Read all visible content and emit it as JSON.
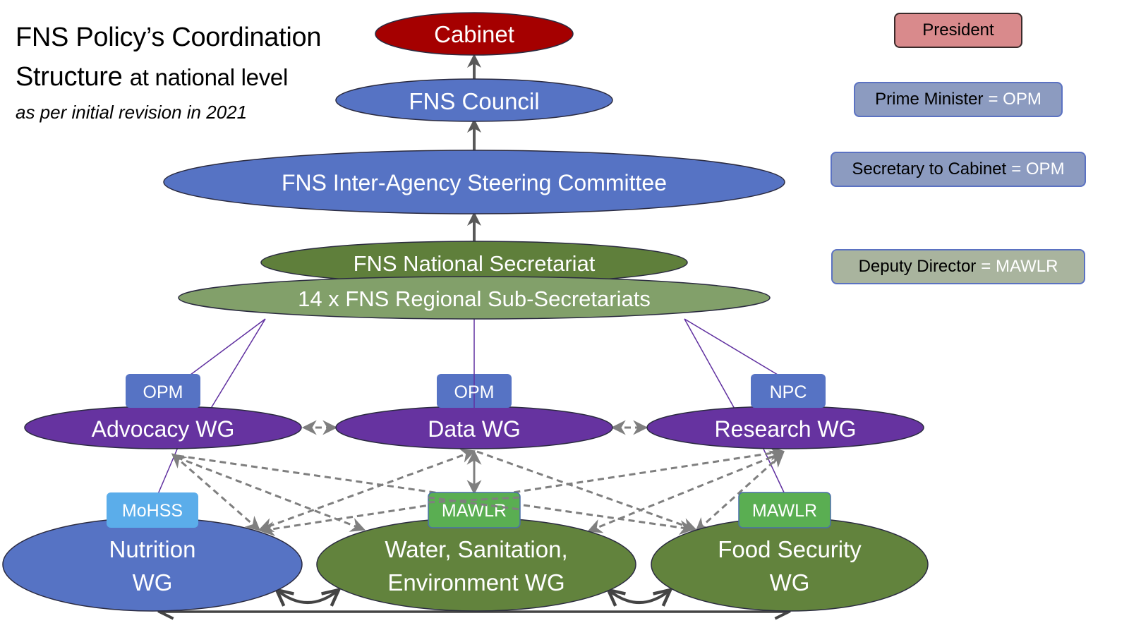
{
  "title": {
    "line1": "FNS Policy’s Coordination",
    "line2_bold": "Structure",
    "line2_rest": "at national level",
    "line3": "as per initial revision in 2021"
  },
  "legend": [
    {
      "label": "President",
      "value": "",
      "fill": "#d98a8c",
      "stroke": "#3a2a2a"
    },
    {
      "label": "Prime Minister",
      "value": "= OPM",
      "fill": "#8c9bc0",
      "stroke": "#5b72c2"
    },
    {
      "label": "Secretary to Cabinet",
      "value": "= OPM",
      "fill": "#8c9bc0",
      "stroke": "#5b72c2"
    },
    {
      "label": "Deputy Director",
      "value": "= MAWLR",
      "fill": "#a9b49e",
      "stroke": "#5b72c2"
    }
  ],
  "nodes": {
    "cabinet": {
      "label": "Cabinet",
      "fill": "#a50000"
    },
    "fns_council": {
      "label": "FNS Council",
      "fill": "#5673c4"
    },
    "steering_committee": {
      "label": "FNS Inter-Agency Steering Committee",
      "fill": "#5673c4"
    },
    "national_secretariat": {
      "label": "FNS National Secretariat",
      "fill": "#5f7f3b"
    },
    "regional_subsecretariats": {
      "label": "14 x FNS Regional Sub-Secretariats",
      "fill": "#82a06a"
    },
    "advocacy_wg": {
      "label": "Advocacy WG",
      "fill": "#6633a0",
      "lead": "OPM"
    },
    "data_wg": {
      "label": "Data WG",
      "fill": "#6633a0",
      "lead": "OPM"
    },
    "research_wg": {
      "label": "Research WG",
      "fill": "#6633a0",
      "lead": "NPC"
    },
    "nutrition_wg": {
      "label_line1": "Nutrition",
      "label_line2": "WG",
      "fill": "#5673c4",
      "lead": "MoHSS"
    },
    "wash_wg": {
      "label_line1": "Water, Sanitation,",
      "label_line2": "Environment WG",
      "fill": "#62833d",
      "lead": "MAWLR"
    },
    "food_security_wg": {
      "label_line1": "Food Security",
      "label_line2": "WG",
      "fill": "#62833d",
      "lead": "MAWLR"
    }
  },
  "lead_colors": {
    "opm": "#5673c4",
    "npc": "#5673c4",
    "mohss": "#5badea",
    "mawlr": "#5aae52"
  },
  "colors": {
    "solid_arrow": "#595959",
    "dashed_arrow": "#7f7f7f",
    "purple_line": "#6030a0"
  }
}
